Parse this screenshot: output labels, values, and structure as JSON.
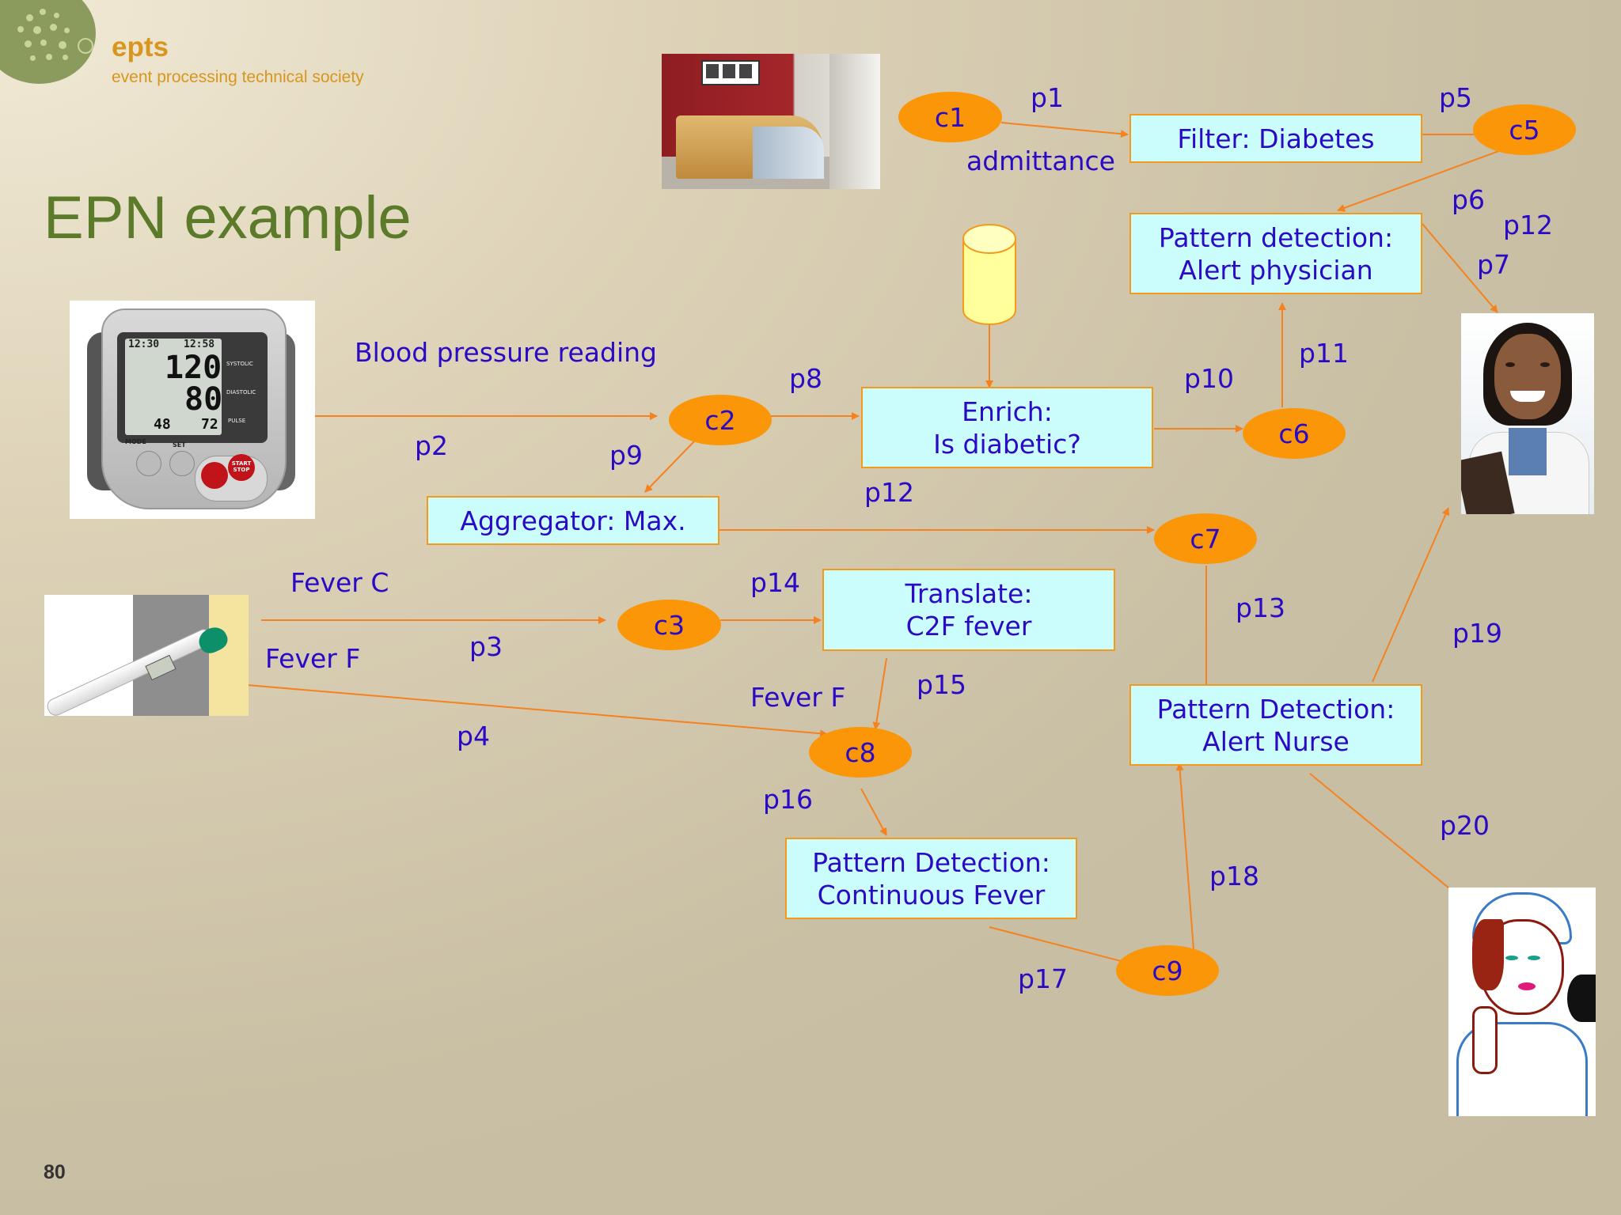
{
  "header": {
    "brand_name": "epts",
    "brand_sub": "event processing technical society",
    "title": "EPN example",
    "page_number": "80"
  },
  "agents": {
    "filter": {
      "line1": "Filter: Diabetes"
    },
    "alert_physician": {
      "line1": "Pattern detection:",
      "line2": "Alert physician"
    },
    "enrich": {
      "line1": "Enrich:",
      "line2": "Is diabetic?"
    },
    "aggregator": {
      "line1": "Aggregator: Max."
    },
    "translate": {
      "line1": "Translate:",
      "line2": "C2F fever"
    },
    "alert_nurse": {
      "line1": "Pattern Detection:",
      "line2": "Alert Nurse"
    },
    "continuous_fever": {
      "line1": "Pattern Detection:",
      "line2": "Continuous Fever"
    }
  },
  "channels": {
    "c1": "c1",
    "c2": "c2",
    "c3": "c3",
    "c5": "c5",
    "c6": "c6",
    "c7": "c7",
    "c8": "c8",
    "c9": "c9"
  },
  "labels": {
    "p1": "p1",
    "p2": "p2",
    "p3": "p3",
    "p4": "p4",
    "p5": "p5",
    "p6": "p6",
    "p7": "p7",
    "p8": "p8",
    "p9": "p9",
    "p10": "p10",
    "p11": "p11",
    "p12_top": "p12",
    "p12_mid": "p12",
    "p13": "p13",
    "p14": "p14",
    "p15": "p15",
    "p16": "p16",
    "p17": "p17",
    "p18": "p18",
    "p19": "p19",
    "p20": "p20",
    "admittance": "admittance",
    "blood_pressure": "Blood pressure reading",
    "fever_c": "Fever C",
    "fever_f_left": "Fever F",
    "fever_f_mid": "Fever F"
  },
  "bp_monitor": {
    "systolic": "120",
    "diastolic": "80",
    "pulse": "72",
    "memory": "48",
    "time_left": "12:30",
    "time_right": "12:58",
    "mode": "MODE",
    "set": "SET",
    "start_stop": "START STOP",
    "sys_label": "SYSTOLIC",
    "dia_label": "DIASTOLIC",
    "pulse_label": "PULSE"
  },
  "colors": {
    "text": "#2a0ac4",
    "box_fill": "#ccfdfd",
    "box_border": "#f39a1c",
    "channel_fill": "#fb9608",
    "arrow": "#f5821e",
    "title": "#5b7b2b",
    "brand": "#d9961e"
  }
}
